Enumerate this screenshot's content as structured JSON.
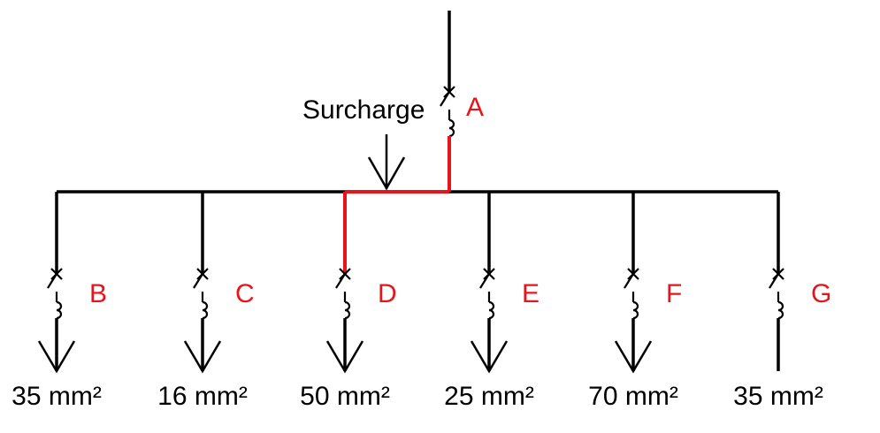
{
  "diagram": {
    "colors": {
      "line": "#000000",
      "highlight": "#e8141c",
      "breaker_label": "#e8141c"
    },
    "surcharge_label": "Surcharge",
    "incoming": {
      "id": "A",
      "label": "A"
    },
    "feeders": [
      {
        "id": "B",
        "label": "B",
        "section": "35 mm²",
        "load": true
      },
      {
        "id": "C",
        "label": "C",
        "section": "16 mm²",
        "load": true
      },
      {
        "id": "D",
        "label": "D",
        "section": "50 mm²",
        "load": true,
        "highlighted": true
      },
      {
        "id": "E",
        "label": "E",
        "section": "25 mm²",
        "load": true
      },
      {
        "id": "F",
        "label": "F",
        "section": "70 mm²",
        "load": true
      },
      {
        "id": "G",
        "label": "G",
        "section": "35 mm²",
        "load": false
      }
    ]
  }
}
